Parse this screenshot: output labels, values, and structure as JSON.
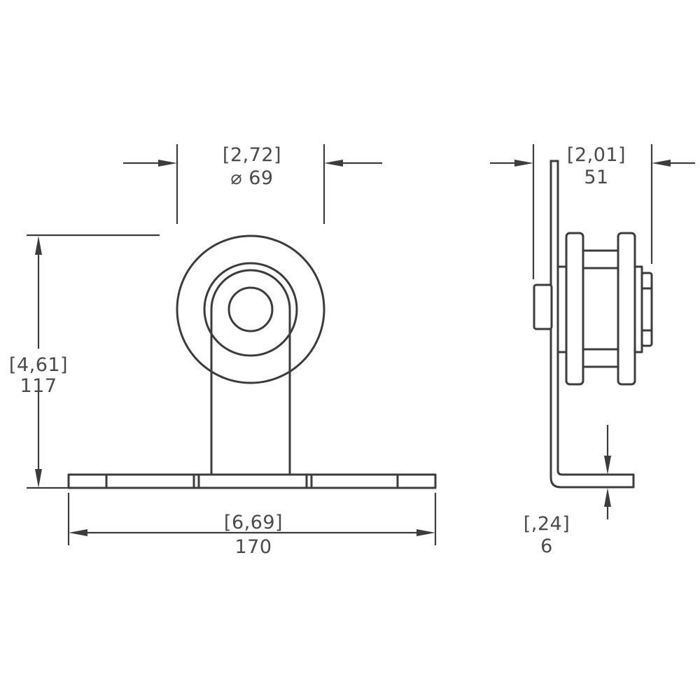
{
  "front_view": {
    "diameter_in": "[2,72]",
    "diameter_mm": "⌀ 69",
    "height_in": "[4,61]",
    "height_mm": "117",
    "width_in": "[6,69]",
    "width_mm": "170"
  },
  "side_view": {
    "width_in": "[2,01]",
    "width_mm": "51",
    "base_thickness_in": "[,24]",
    "base_thickness_mm": "6"
  },
  "colors": {
    "line": "#3c3c3c",
    "text": "#4a4a4a",
    "background": "#ffffff"
  }
}
